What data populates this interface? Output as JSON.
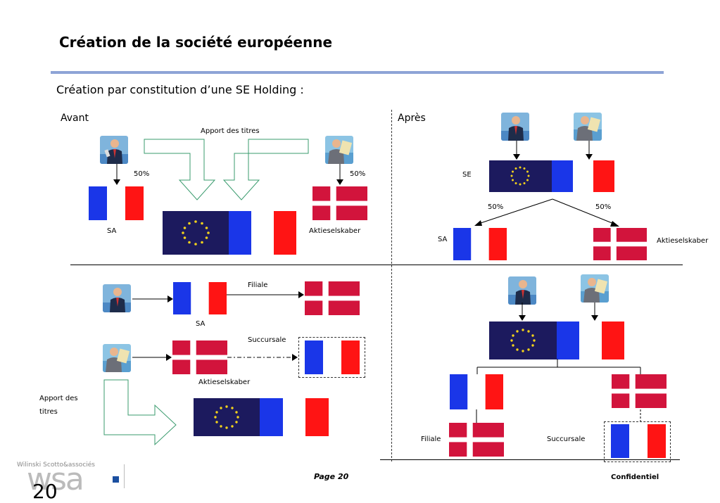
{
  "slide": {
    "title": "Création de la société européenne",
    "subtitle": "Création par constitution d’une SE Holding :"
  },
  "avant": {
    "heading": "Avant",
    "apport_top": "Apport des titres",
    "pct_left": "50%",
    "pct_right": "50%",
    "sa_label": "SA",
    "akt_label": "Aktieselskaber",
    "filiale_label": "Filiale",
    "sa_label2": "SA",
    "succursale_label": "Succursale",
    "akt_label2": "Aktieselskaber",
    "apport_line1": "Apport des",
    "apport_line2": "titres"
  },
  "apres": {
    "heading": "Après",
    "se_label": "SE",
    "pct_left": "50%",
    "pct_right": "50%",
    "sa_label": "SA",
    "akt_label": "Aktieselskaber",
    "filiale_label": "Filiale",
    "succursale_label": "Succursale"
  },
  "footer": {
    "page": "Page 20",
    "confidential": "Confidentiel",
    "logo_small": "Wilinski Scotto&associés",
    "logo_word": "wsa",
    "slide_number": "20"
  },
  "colors": {
    "accent_rule": "#8ea4d6",
    "eu_blue": "#1c1a5e",
    "eu_star": "#f2d21b",
    "fr_blue": "#1a36e8",
    "fr_red": "#ff1414",
    "dk_red": "#d2143c",
    "arrow_green": "#3a9b6e"
  },
  "icons": [
    "person-businessman-icon",
    "person-reading-icon",
    "eu-flag-icon",
    "france-flag-icon",
    "denmark-flag-icon"
  ]
}
